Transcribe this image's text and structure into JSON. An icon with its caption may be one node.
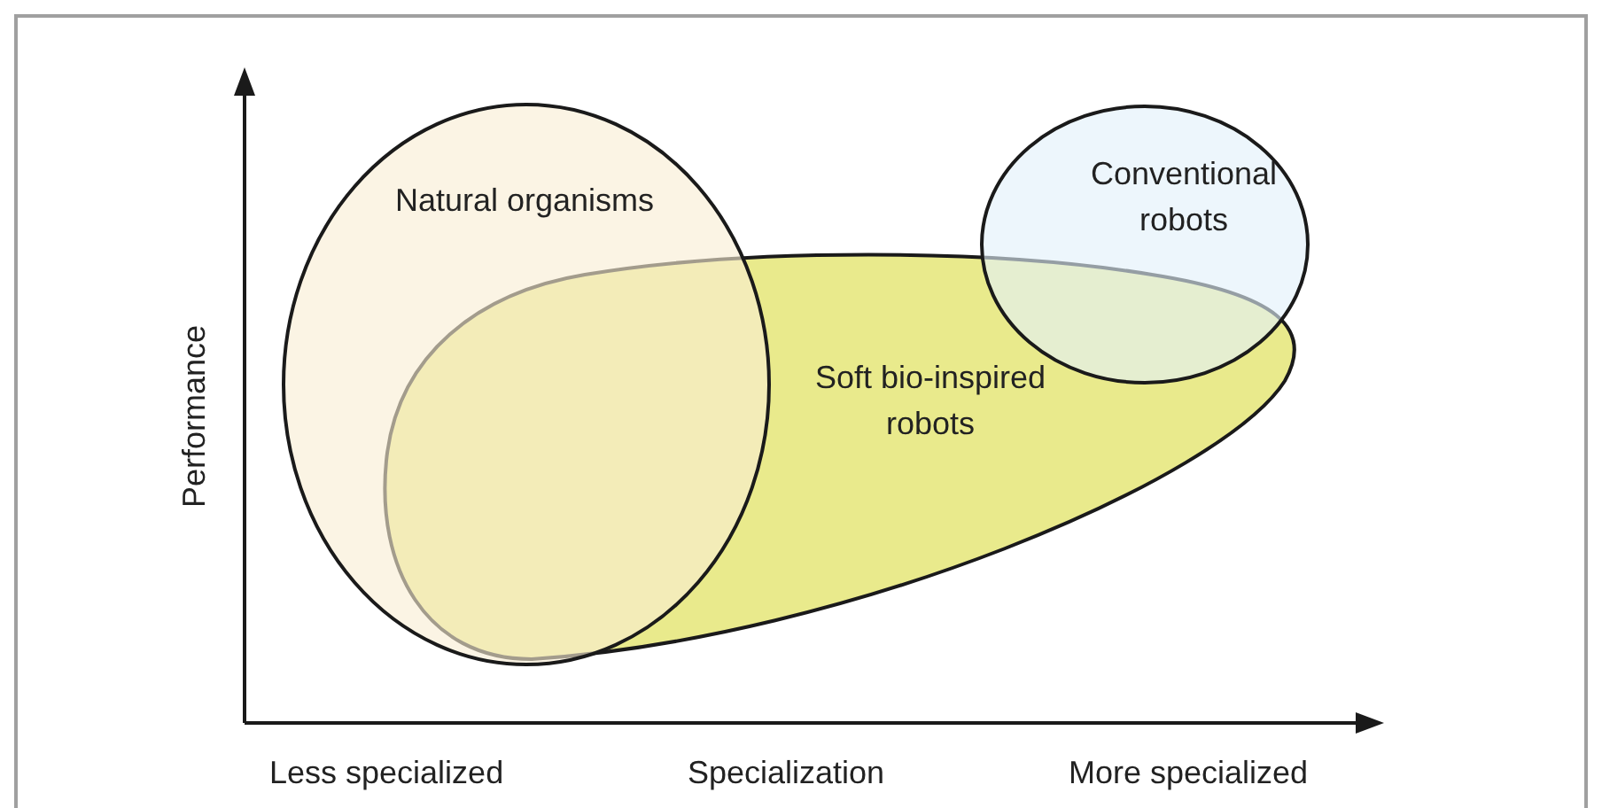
{
  "diagram": {
    "nodes": [
      {
        "text": [
          "Natural organisms"
        ]
      },
      {
        "text": [
          "Conventional robots"
        ]
      },
      {
        "text": [
          "Soft bio-inspired robots"
        ]
      }
    ],
    "edges": [],
    "labels": [
      "Performance",
      "Less specialized",
      "Specialization",
      "More specialized"
    ]
  }
}
